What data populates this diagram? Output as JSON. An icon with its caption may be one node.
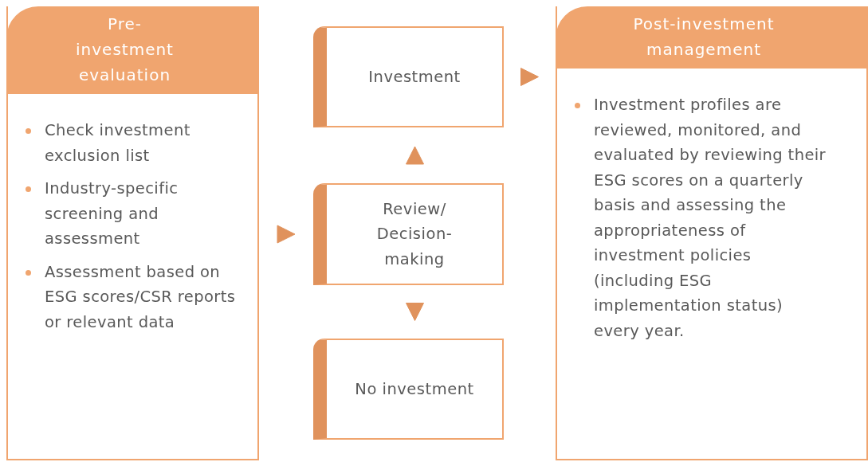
{
  "diagram": {
    "nodes": [
      {
        "text": [
          "Pre-investment evaluation",
          "Check investment exclusion list",
          "Industry-specific screening and assessment",
          "Assessment based on ESG scores/CSR reports or relevant data"
        ]
      },
      {
        "text": [
          "Investment"
        ]
      },
      {
        "text": [
          "Review/ Decision-making"
        ]
      },
      {
        "text": [
          "No investment"
        ]
      },
      {
        "text": [
          "Post-investment management",
          "Investment profiles are reviewed, monitored, and evaluated by reviewing their ESG scores on a quarterly basis and assessing the appropriateness of investment policies (including ESG implementation status) every year."
        ]
      }
    ],
    "edges": [
      {
        "from": 0,
        "to": 2,
        "arrow": "to"
      },
      {
        "from": 2,
        "to": 1,
        "arrow": "to"
      },
      {
        "from": 2,
        "to": 3,
        "arrow": "to"
      },
      {
        "from": 1,
        "to": 4,
        "arrow": "to"
      }
    ]
  }
}
